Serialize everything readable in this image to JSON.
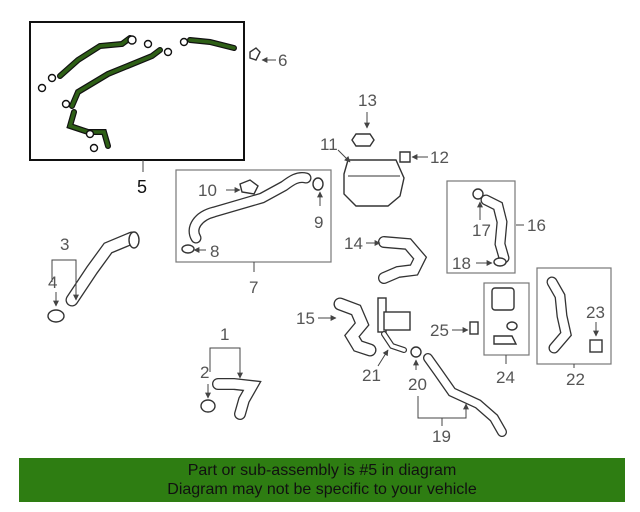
{
  "colors": {
    "highlight": "#2e5f16",
    "banner": "#2e7d12",
    "line": "#333333"
  },
  "callouts": {
    "c1": "1",
    "c2": "2",
    "c3": "3",
    "c4": "4",
    "c5": "5",
    "c6": "6",
    "c7": "7",
    "c8": "8",
    "c9": "9",
    "c10": "10",
    "c11": "11",
    "c12": "12",
    "c13": "13",
    "c14": "14",
    "c15": "15",
    "c16": "16",
    "c17": "17",
    "c18": "18",
    "c19": "19",
    "c20": "20",
    "c21": "21",
    "c22": "22",
    "c23": "23",
    "c24": "24",
    "c25": "25"
  },
  "banner": {
    "line1": "Part or sub-assembly is #5 in diagram",
    "line2": "Diagram may not be specific to your vehicle"
  }
}
